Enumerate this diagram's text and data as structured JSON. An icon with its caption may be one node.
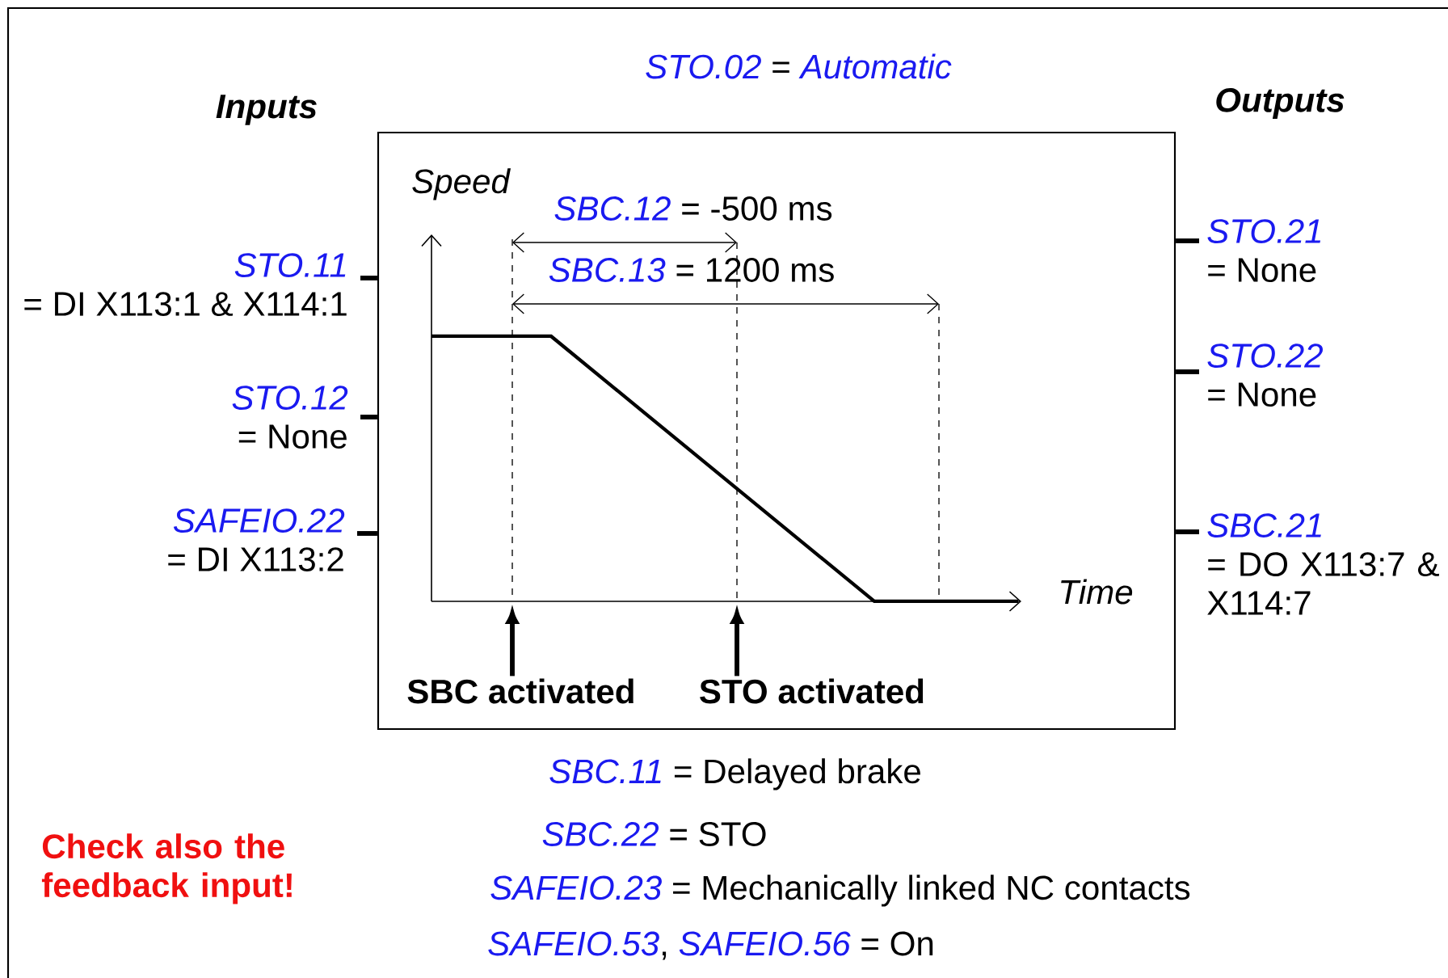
{
  "diagram": {
    "nodes": [
      {
        "text": [],
        "shape": "box"
      },
      {
        "text": [
          "STO.11",
          "= DI X113:1 & X114:1"
        ]
      },
      {
        "text": [
          "STO.12",
          "= None"
        ]
      },
      {
        "text": [
          "SAFEIO.22",
          "= DI X113:2"
        ]
      },
      {
        "text": [
          "STO.21",
          "= None"
        ]
      },
      {
        "text": [
          "STO.22",
          "= None"
        ]
      },
      {
        "text": [
          "SBC.21",
          "= DO X113:7 & X114:7"
        ]
      },
      {
        "text": [
          "SBC activated"
        ],
        "in": 0
      },
      {
        "text": [
          "STO activated"
        ],
        "in": 0
      }
    ],
    "edges": [
      {
        "from": 1,
        "to": 0,
        "arrow": "none"
      },
      {
        "from": 2,
        "to": 0,
        "arrow": "none"
      },
      {
        "from": 3,
        "to": 0,
        "arrow": "none"
      },
      {
        "from": 0,
        "to": 4,
        "arrow": "none"
      },
      {
        "from": 0,
        "to": 5,
        "arrow": "none"
      },
      {
        "from": 0,
        "to": 6,
        "arrow": "none"
      },
      {
        "from": 7,
        "to": null,
        "arrow": "to"
      },
      {
        "from": 8,
        "to": null,
        "arrow": "to"
      }
    ],
    "labels": [
      "*STO.02* = *Automatic*",
      "Inputs",
      "Outputs",
      "Speed",
      "*SBC.12* = -500 ms",
      "*SBC.13* = 1200 ms",
      "Time",
      "*SBC.11* = Delayed brake",
      "*SBC.22* = STO",
      "*SAFEIO.23* = Mechanically linked NC contacts",
      "*SAFEIO.53*, *SAFEIO.56* = On",
      "Check also the feedback input!"
    ]
  }
}
